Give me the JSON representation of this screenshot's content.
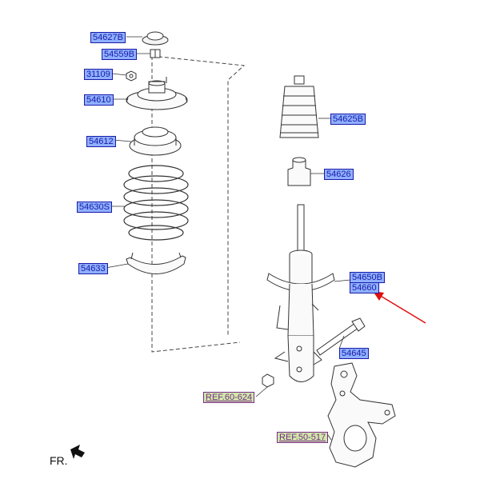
{
  "labels": {
    "p54627B": "54627B",
    "p54559B": "54559B",
    "p31109": "31109",
    "p54610": "54610",
    "p54612": "54612",
    "p54630S": "54630S",
    "p54633": "54633",
    "p54625B": "54625B",
    "p54626": "54626",
    "p54650B": "54650B",
    "p54660": "54660",
    "p54645": "54645",
    "ref60624": "REF.60-624",
    "ref50517": "REF.50-517"
  },
  "direction": {
    "label": "FR."
  },
  "colors": {
    "part_fill": "#8fb0ff",
    "part_text": "#1a1aa8",
    "ref_fill": "#cfe8a8",
    "ref_text": "#7a2a8a",
    "pointer_arrow": "#e01010"
  }
}
